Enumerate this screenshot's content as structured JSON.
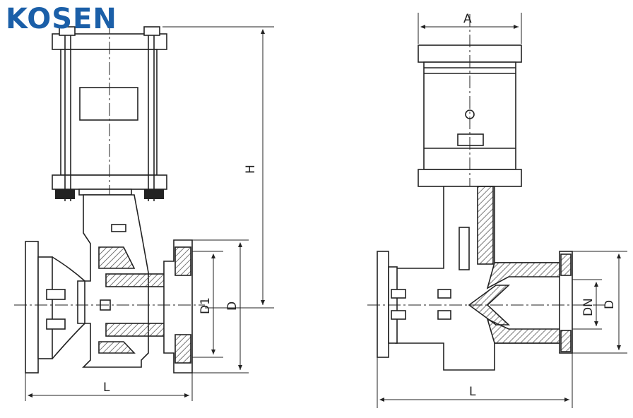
{
  "brand": {
    "logo_text": "KOSEN",
    "color": "#1b5fa8"
  },
  "drawing": {
    "line_color": "#222222",
    "hatch_color": "#555555",
    "left_view": {
      "labels": {
        "height": "H",
        "diameter_inner": "D1",
        "diameter_outer": "D",
        "length": "L"
      }
    },
    "right_view": {
      "labels": {
        "width": "A",
        "nominal_diameter": "DN",
        "diameter_outer": "D",
        "length": "L"
      }
    }
  }
}
